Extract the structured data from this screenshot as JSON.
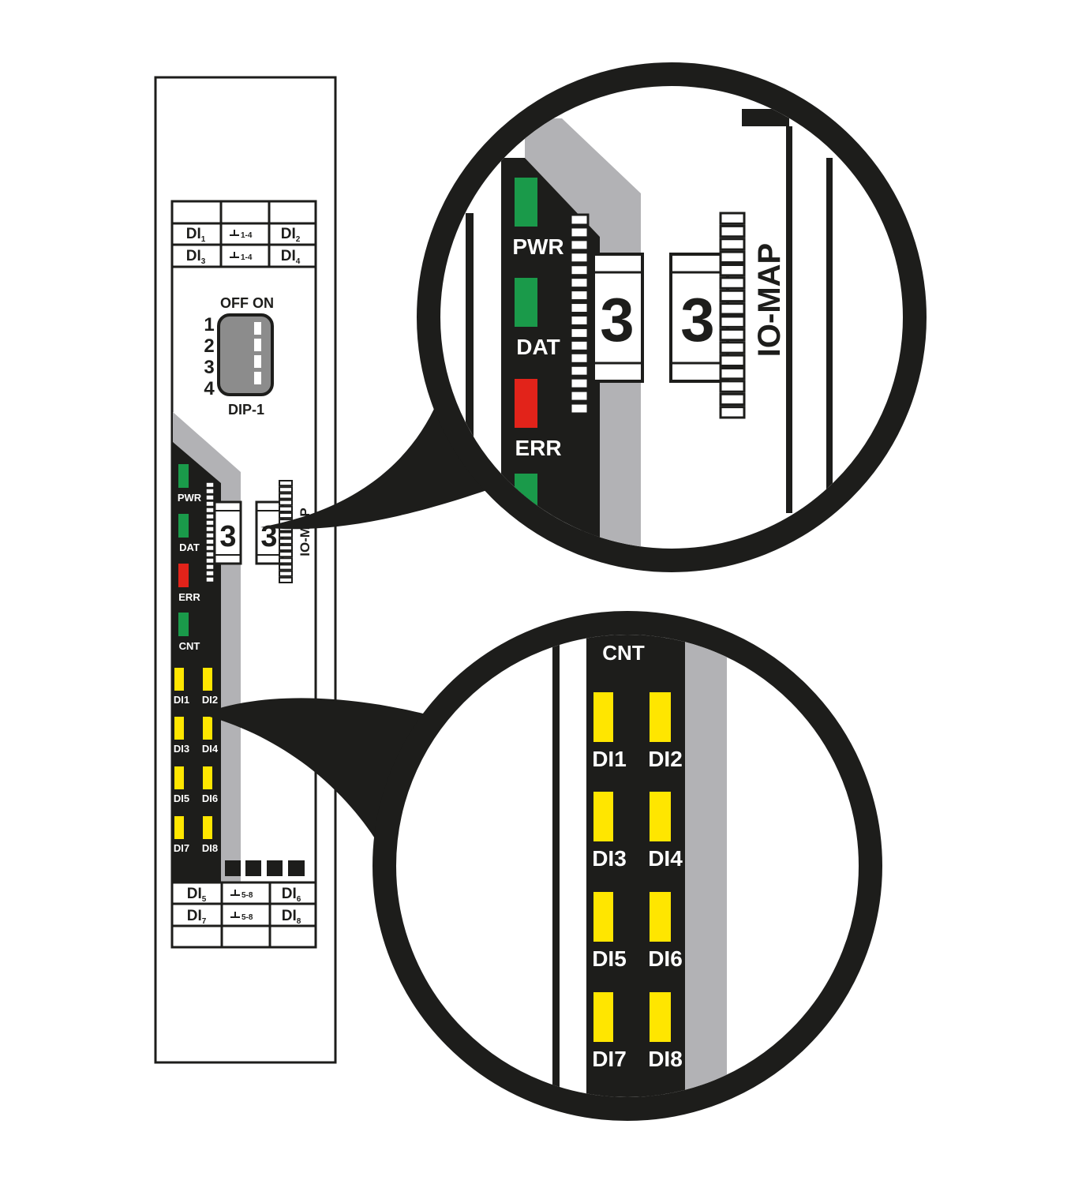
{
  "terminals_top": [
    {
      "left": "DI",
      "left_sub": "1",
      "mid": "1-4",
      "right": "DI",
      "right_sub": "2"
    },
    {
      "left": "DI",
      "left_sub": "3",
      "mid": "1-4",
      "right": "DI",
      "right_sub": "4"
    }
  ],
  "terminals_bottom": [
    {
      "left": "DI",
      "left_sub": "5",
      "mid": "5-8",
      "right": "DI",
      "right_sub": "6"
    },
    {
      "left": "DI",
      "left_sub": "7",
      "mid": "5-8",
      "right": "DI",
      "right_sub": "8"
    }
  ],
  "dip": {
    "header": "OFF ON",
    "numbers": [
      "1",
      "2",
      "3",
      "4"
    ],
    "label": "DIP-1"
  },
  "status_leds": [
    {
      "label": "PWR",
      "color": "#1a9a4a"
    },
    {
      "label": "DAT",
      "color": "#1a9a4a"
    },
    {
      "label": "ERR",
      "color": "#e2231a"
    },
    {
      "label": "CNT",
      "color": "#1a9a4a"
    }
  ],
  "di_leds": [
    "DI1",
    "DI2",
    "DI3",
    "DI4",
    "DI5",
    "DI6",
    "DI7",
    "DI8"
  ],
  "di_color": "#ffe600",
  "rotary": {
    "value1": "3",
    "value2": "3",
    "label": "IO-MAP"
  }
}
